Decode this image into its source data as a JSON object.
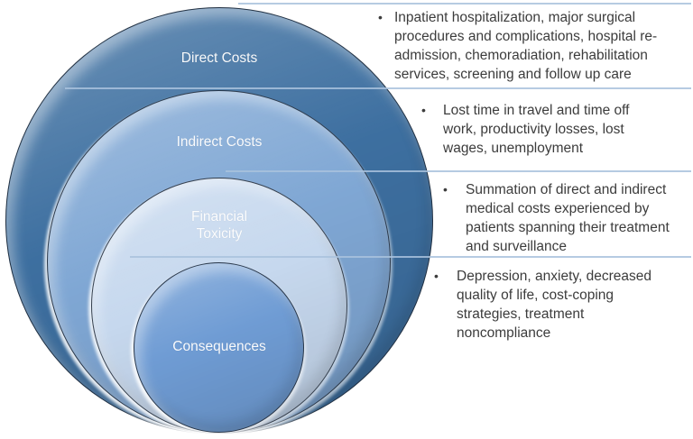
{
  "palette": {
    "ring_direct_costs": "#3d6fa0",
    "ring_indirect_costs": "#7fa7d4",
    "ring_financial_toxicity": "#c6d8ee",
    "ring_consequences": "#6f9cd4",
    "ring_outline": "#22303e",
    "divider": "#a9c2dd",
    "ring_label_text": "#ffffff",
    "body_text": "#3c3c3c"
  },
  "diagram": {
    "rings": [
      {
        "label": "Direct Costs",
        "fill": "#3d6fa0"
      },
      {
        "label": "Indirect Costs",
        "fill": "#7fa7d4"
      },
      {
        "label": "Financial Toxicity",
        "fill": "#c6d8ee"
      },
      {
        "label": "Consequences",
        "fill": "#6f9cd4"
      }
    ]
  },
  "bullets": [
    {
      "marker": "•",
      "text": "Inpatient hospitalization, major surgical procedures and complications, hospital re-admission, chemoradiation, rehabilitation services, screening and follow up care"
    },
    {
      "marker": "•",
      "text": "Lost time in travel and time off work, productivity losses, lost wages, unemployment"
    },
    {
      "marker": "•",
      "text": "Summation of direct and indirect medical costs experienced by patients spanning their treatment and surveillance"
    },
    {
      "marker": "•",
      "text": "Depression, anxiety, decreased quality of life, cost-coping strategies, treatment noncompliance"
    }
  ]
}
